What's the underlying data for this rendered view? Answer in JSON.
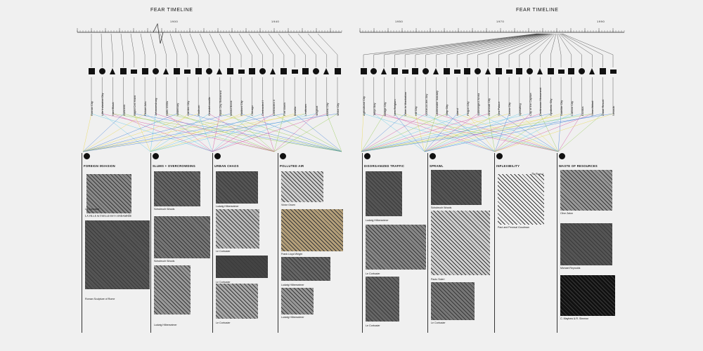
{
  "left_timeline": {
    "title": "FEAR TIMELINE",
    "tick_labels": [
      "1900",
      "1940"
    ],
    "items": [
      "Roman City",
      "Lille Industrial City",
      "Hard Black",
      "Zwaneek",
      "Rapid Cell Habit",
      "Picture Arts",
      "Johannesburg",
      "Paris 1930s",
      "Waterbury",
      "Garden City",
      "Radburn",
      "Grandebonville",
      "Rush City Reformed",
      "Broad Block",
      "Radiant City",
      "Chicago",
      "Contracted I",
      "Contracted II",
      "Fort Worth",
      "Brasilia",
      "Levittown",
      "Maginot",
      "Ouest City",
      "Motor City"
    ]
  },
  "right_timeline": {
    "title": "FEAR TIMELINE",
    "tick_labels": [
      "1950",
      "1970",
      "1990"
    ],
    "items": [
      "Agricultural City",
      "Tokyo Bay",
      "Bridge City",
      "New Belgium",
      "Drive-In Manhattan",
      "Hill City",
      "Ocean-to-the-Sky",
      "Underwater Industry",
      "Strip City",
      "Island",
      "Plug-in City",
      "Submerged World",
      "Zinzinnati City",
      "Sea Palace",
      "Linear City",
      "Sprawling",
      "City of the Captive",
      "Continuous Monument",
      "Synthetic City",
      "Satellite City",
      "Carbon City",
      "Exodus",
      "Nova Akkad",
      "Zatari Resort",
      "Nevada"
    ]
  },
  "categories": [
    {
      "title": "FOREIGN INVASION",
      "captions": [
        "Le Corbusier",
        "Roman Sculpture of Rome"
      ],
      "quote": "LA VILLE ACTUELLE EST CONDAMNÉE"
    },
    {
      "title": "SLUMS + OVERCROWDING",
      "captions": [
        "Schubruch Woods",
        "Schubruch Woods",
        "Ludwig Hilberseimer"
      ]
    },
    {
      "title": "URBAN CHAOS",
      "captions": [
        "Ludwig Hilberseimer",
        "Le Corbusier",
        "Le Corbusier",
        "Le Corbusier"
      ]
    },
    {
      "title": "POLLUTED AIR",
      "captions": [
        "Victor Gruen",
        "Frank Lloyd Wright",
        "Ludwig Hilberseimer",
        "Ludwig Hilberseimer"
      ]
    },
    {
      "title": "DISORGANIZED TRAFFIC",
      "captions": [
        "Ludwig Hilberseimer",
        "Le Corbusier",
        "Le Corbusier"
      ]
    },
    {
      "title": "SPRAWL",
      "captions": [
        "Schubruch Woods",
        "Paolo Soleri",
        "Le Corbusier"
      ]
    },
    {
      "title": "INFLEXIBILITY",
      "captions": [
        "Paul and Percival Goodman"
      ],
      "quote": "The Project"
    },
    {
      "title": "WASTE OF RESOURCES",
      "captions": [
        "Clive Zalon",
        "Michael Reynolds",
        "C. Mayhew & R. Simmon"
      ]
    }
  ],
  "colors": {
    "yellow": "#e8d74a",
    "cyan": "#5cc6e6",
    "magenta": "#d24a9a",
    "green": "#8ec84a",
    "blue": "#3a7ad8",
    "line": "#222222"
  }
}
